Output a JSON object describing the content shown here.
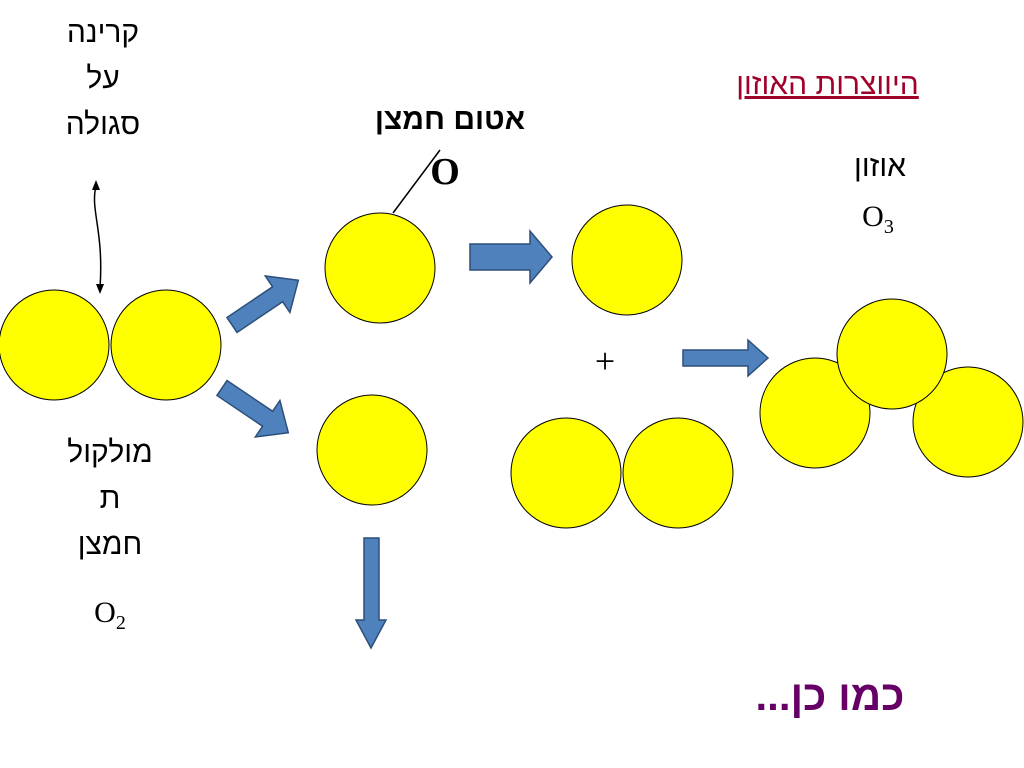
{
  "title": "היווצרות האוזון",
  "uv_label": [
    "קרינה",
    "על",
    "סגולה"
  ],
  "molecule_label": [
    "מולקול",
    "ת",
    "חמצן"
  ],
  "o2_formula": {
    "base": "O",
    "sub": "2"
  },
  "atom_label": "אטום חמצן",
  "atom_symbol": "O",
  "ozone_label": "אוזון",
  "o3_formula": {
    "base": "O",
    "sub": "3"
  },
  "plus_sign": "+",
  "footer": "כמו כן...",
  "colors": {
    "atom_fill": "#ffff00",
    "atom_stroke": "#000000",
    "arrow_fill": "#4f81bd",
    "arrow_stroke": "#2c4f7a",
    "title": "#a0002a",
    "footer": "#660066"
  }
}
